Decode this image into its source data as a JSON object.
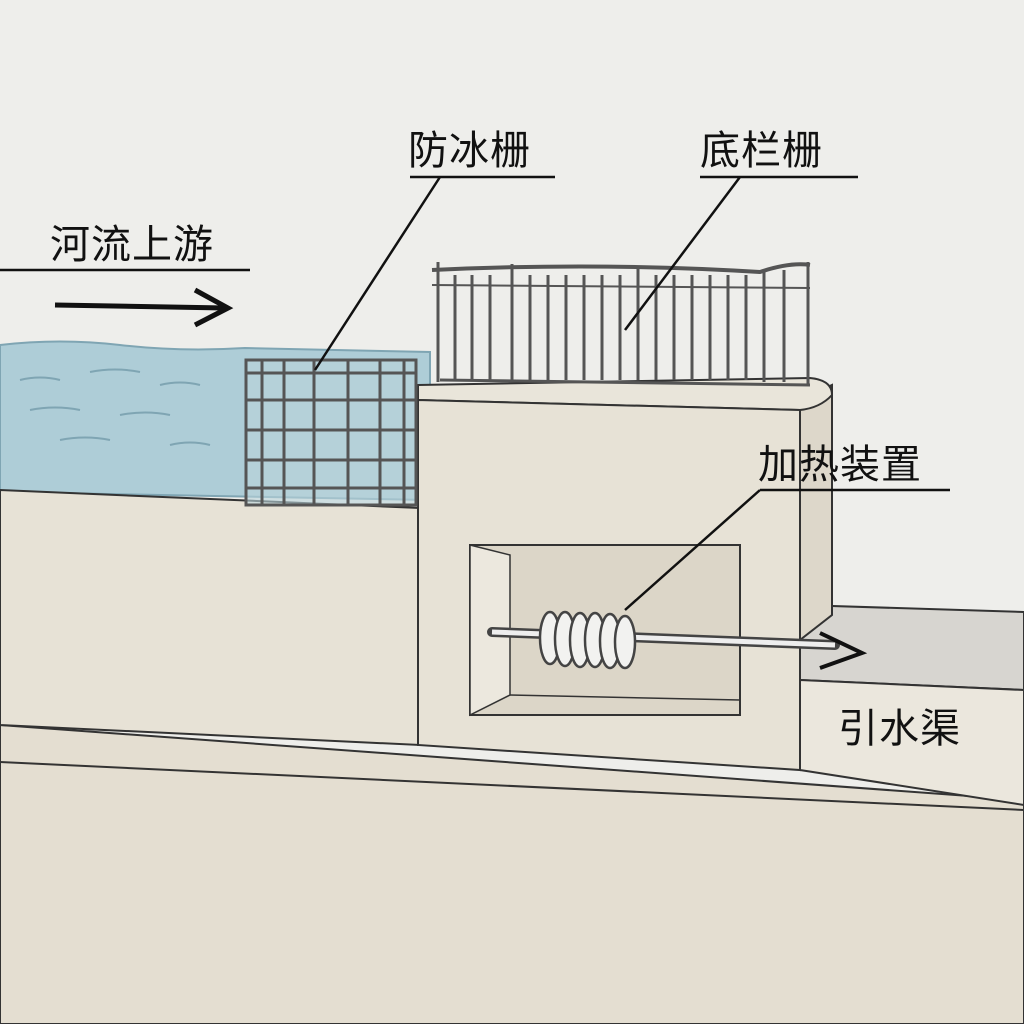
{
  "labels": {
    "ice_grate": "防冰栅",
    "bottom_rack": "底栏栅",
    "upstream": "河流上游",
    "heater": "加热装置",
    "channel": "引水渠"
  },
  "colors": {
    "background": "#eeeeeb",
    "water": "#aecdd7",
    "concrete": "#e7e2d6",
    "line": "#222222"
  }
}
